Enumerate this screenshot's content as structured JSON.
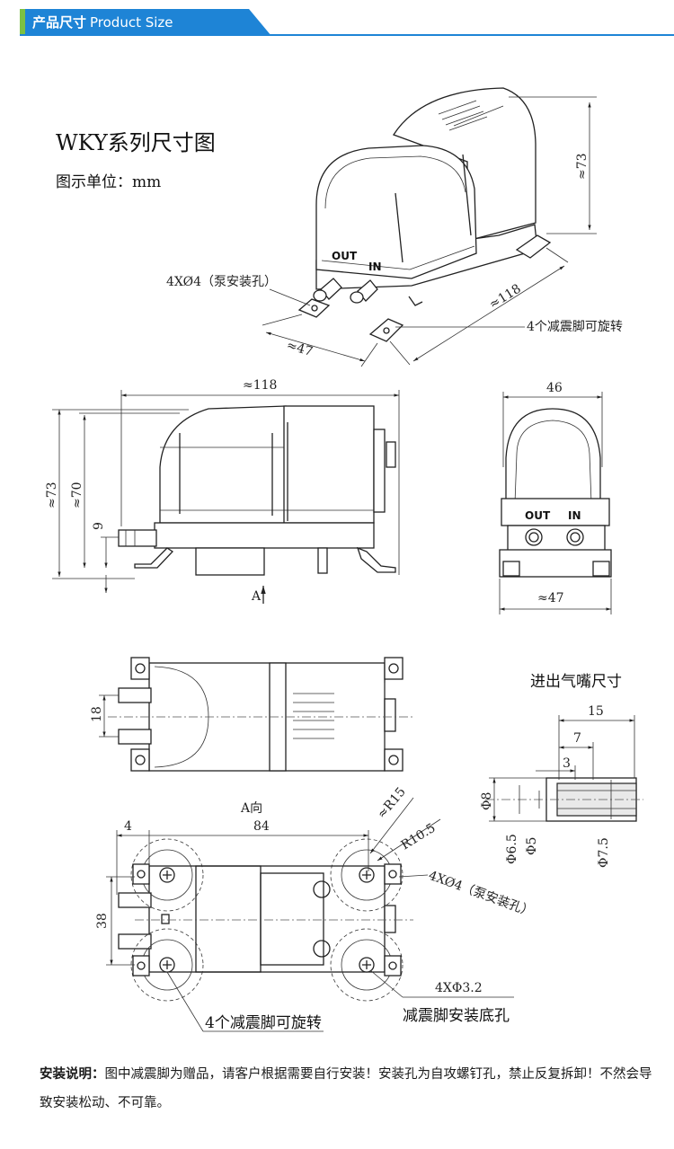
{
  "header": {
    "title_cn": "产品尺寸",
    "title_en": "Product Size"
  },
  "title": {
    "main": "WKY系列尺寸图",
    "unit": "图示单位：mm"
  },
  "iso_view": {
    "port_out": "OUT",
    "port_in": "IN",
    "label_holes": "4XØ4（泵安装孔）",
    "label_feet": "4个减震脚可旋转",
    "dim_width": "≈47",
    "dim_length": "≈118",
    "dim_height": "≈73"
  },
  "side_view": {
    "dim_length": "≈118",
    "dim_h_total": "≈73",
    "dim_h_body": "≈70",
    "dim_port": "9",
    "view_arrow": "A"
  },
  "front_view": {
    "dim_top": "46",
    "dim_bottom": "≈47",
    "port_out": "OUT",
    "port_in": "IN"
  },
  "top_view": {
    "dim_port_spacing": "18"
  },
  "nozzle": {
    "title": "进出气嘴尺寸",
    "dim_total": "15",
    "dim_7": "7",
    "dim_3": "3",
    "dia_8": "Φ8",
    "dia_6_5": "Φ6.5",
    "dia_5": "Φ5",
    "dia_7_5": "Φ7.5"
  },
  "bottom_view": {
    "view_label": "A向",
    "dim_4": "4",
    "dim_84": "84",
    "dim_38": "38",
    "r15": "≈R15",
    "r10_5": "R10.5",
    "label_holes": "4XØ4（泵安装孔）",
    "label_feet": "4个减震脚可旋转",
    "label_screw": "4XΦ3.2",
    "label_screw_desc": "减震脚安装底孔"
  },
  "note": {
    "label": "安装说明：",
    "text": "图中减震脚为赠品，请客户根据需要自行安装！安装孔为自攻螺钉孔，禁止反复拆卸！不然会导致安装松动、不可靠。"
  }
}
